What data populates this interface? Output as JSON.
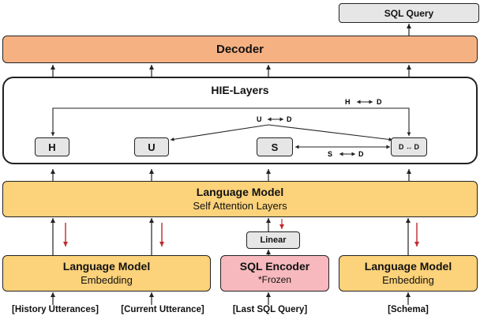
{
  "output": {
    "label": "SQL Query"
  },
  "decoder": {
    "label": "Decoder"
  },
  "hie": {
    "title": "HIE-Layers",
    "nodes": {
      "h": "H",
      "u": "U",
      "s": "S",
      "d": "D",
      "d2": "D"
    },
    "relations": {
      "hd": "H",
      "hd_to": "D",
      "ud": "U",
      "ud_to": "D",
      "sd": "S",
      "sd_to": "D"
    }
  },
  "lm_top": {
    "title": "Language Model",
    "subtitle": "Self Attention Layers"
  },
  "linear": {
    "label": "Linear"
  },
  "lm_left": {
    "title": "Language Model",
    "subtitle": "Embedding"
  },
  "sql_encoder": {
    "title": "SQL Encoder",
    "subtitle": "*Frozen"
  },
  "lm_right": {
    "title": "Language Model",
    "subtitle": "Embedding"
  },
  "inputs": {
    "history": "[History Utterances]",
    "current": "[Current Utterance]",
    "last_sql": "[Last SQL Query]",
    "schema": "[Schema]"
  },
  "colors": {
    "decoder": "#f6b183",
    "language_model": "#fcd27a",
    "sql_encoder": "#f7b9bd",
    "node": "#e6e6e6",
    "feedback_arrow": "#c0282b"
  }
}
